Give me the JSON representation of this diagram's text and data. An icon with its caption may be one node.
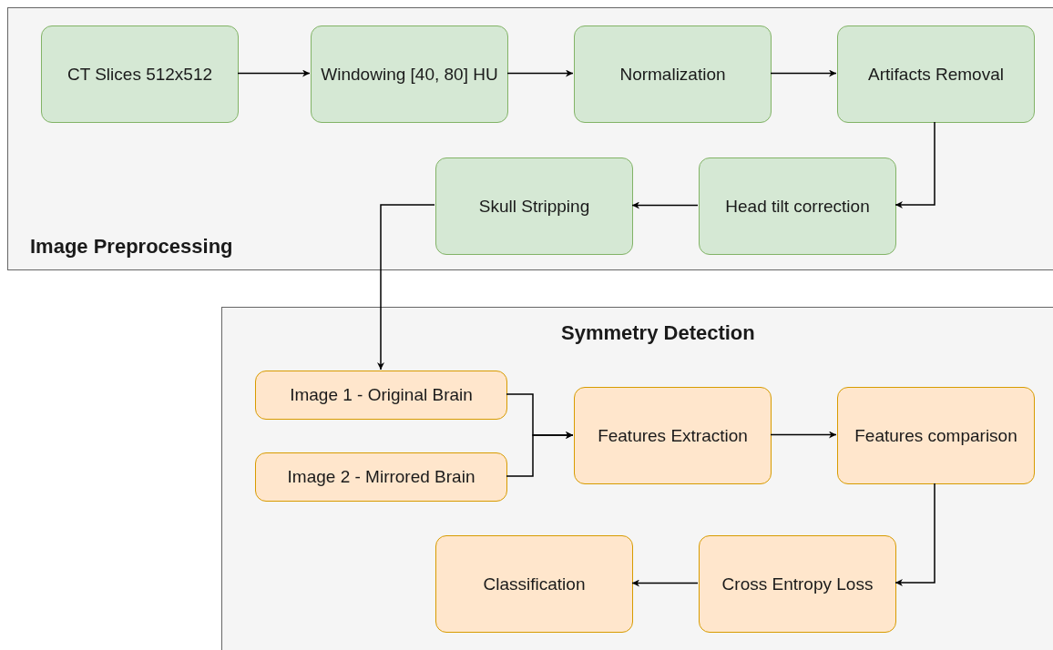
{
  "diagram": {
    "nodes": [
      {
        "text": [
          "Image Preprocessing"
        ]
      },
      {
        "text": [
          "CT Slices 512x512"
        ],
        "in": 0
      },
      {
        "text": [
          "Windowing [40, 80] HU"
        ],
        "in": 0
      },
      {
        "text": [
          "Normalization"
        ],
        "in": 0
      },
      {
        "text": [
          "Artifacts Removal"
        ],
        "in": 0
      },
      {
        "text": [
          "Head tilt correction"
        ],
        "in": 0
      },
      {
        "text": [
          "Skull Stripping"
        ],
        "in": 0
      },
      {
        "text": [
          "Symmetry Detection"
        ]
      },
      {
        "text": [
          "Image 1 - Original Brain"
        ],
        "in": 7
      },
      {
        "text": [
          "Image 2 - Mirrored Brain"
        ],
        "in": 7
      },
      {
        "text": [
          "Features Extraction"
        ],
        "in": 7
      },
      {
        "text": [
          "Features comparison"
        ],
        "in": 7
      },
      {
        "text": [
          "Cross Entropy Loss"
        ],
        "in": 7
      },
      {
        "text": [
          "Classification"
        ],
        "in": 7
      }
    ],
    "edges": [
      {
        "from": 1,
        "to": 2,
        "arrow": "to"
      },
      {
        "from": 2,
        "to": 3,
        "arrow": "to"
      },
      {
        "from": 3,
        "to": 4,
        "arrow": "to"
      },
      {
        "from": 4,
        "to": 5,
        "arrow": "to"
      },
      {
        "from": 5,
        "to": 6,
        "arrow": "to"
      },
      {
        "from": 6,
        "to": 8,
        "arrow": "to"
      },
      {
        "from": 8,
        "to": 10,
        "arrow": "to"
      },
      {
        "from": 9,
        "to": 10,
        "arrow": "to"
      },
      {
        "from": 10,
        "to": 11,
        "arrow": "to"
      },
      {
        "from": 11,
        "to": 12,
        "arrow": "to"
      },
      {
        "from": 12,
        "to": 13,
        "arrow": "to"
      }
    ]
  }
}
